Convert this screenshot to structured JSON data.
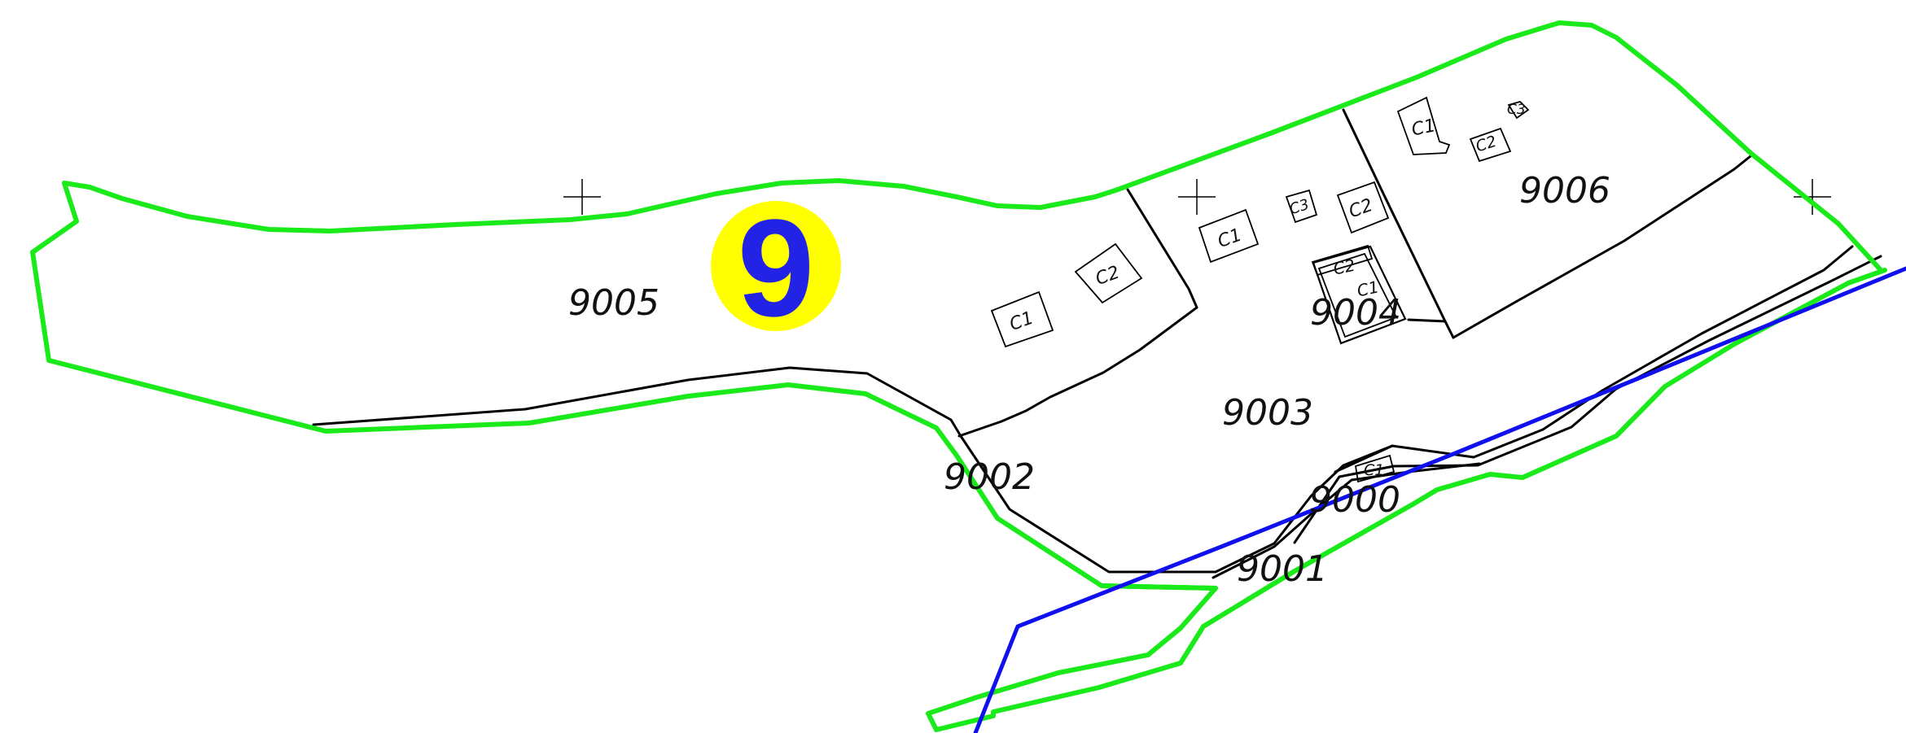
{
  "map": {
    "badge": {
      "label": "9",
      "fill": "#ffff00",
      "text_color": "#2323e6"
    },
    "colors": {
      "boundary": "#1aea1a",
      "route": "#1010ee",
      "parcel_line": "#000000",
      "background": "#ffffff"
    },
    "parcels": [
      {
        "id": "9005",
        "label": "9005"
      },
      {
        "id": "9006",
        "label": "9006"
      },
      {
        "id": "9004",
        "label": "9004"
      },
      {
        "id": "9003",
        "label": "9003"
      },
      {
        "id": "9002",
        "label": "9002"
      },
      {
        "id": "9000",
        "label": "9000"
      },
      {
        "id": "9001",
        "label": "9001"
      }
    ],
    "buildings": [
      {
        "id": "b1",
        "label": "C1"
      },
      {
        "id": "b2",
        "label": "C2"
      },
      {
        "id": "b3",
        "label": "C1"
      },
      {
        "id": "b4",
        "label": "C3"
      },
      {
        "id": "b5",
        "label": "C2"
      },
      {
        "id": "b6",
        "label": "C1"
      },
      {
        "id": "b7",
        "label": "C2"
      },
      {
        "id": "b8",
        "label": "C3"
      },
      {
        "id": "b9",
        "label": "C2"
      },
      {
        "id": "b10",
        "label": "C1"
      },
      {
        "id": "b11",
        "label": "C1"
      }
    ],
    "grid_markers": [
      "cross-1",
      "cross-2",
      "cross-3"
    ]
  }
}
